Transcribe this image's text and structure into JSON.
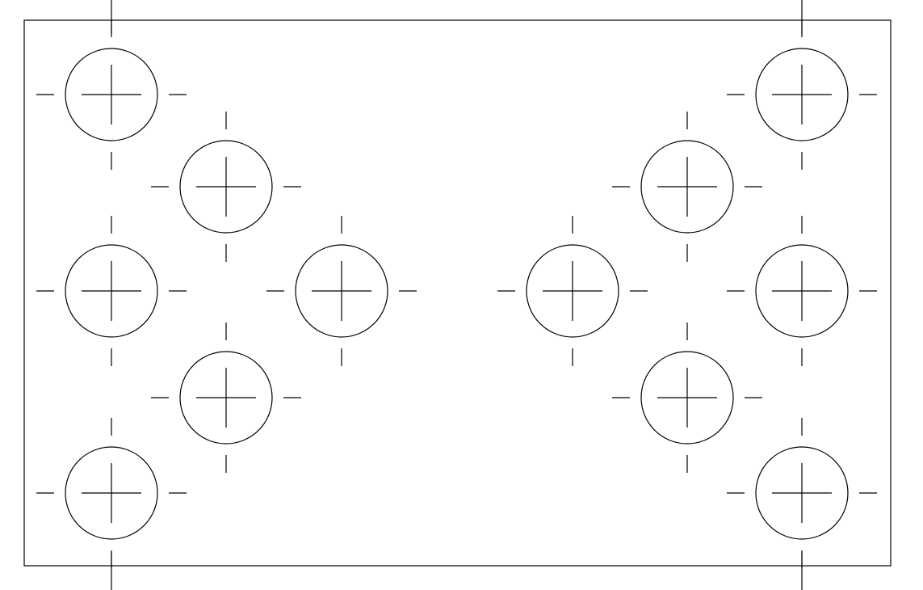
{
  "drawing": {
    "type": "hole-pattern-plate",
    "hole_count": 12,
    "holes": [
      {
        "id": "left-top",
        "group": "left"
      },
      {
        "id": "left-upper-inner",
        "group": "left"
      },
      {
        "id": "left-middle",
        "group": "left"
      },
      {
        "id": "left-center-inner",
        "group": "left"
      },
      {
        "id": "left-lower-inner",
        "group": "left"
      },
      {
        "id": "left-bottom",
        "group": "left"
      },
      {
        "id": "right-top",
        "group": "right"
      },
      {
        "id": "right-upper-inner",
        "group": "right"
      },
      {
        "id": "right-center-inner",
        "group": "right"
      },
      {
        "id": "right-middle",
        "group": "right"
      },
      {
        "id": "right-lower-inner",
        "group": "right"
      },
      {
        "id": "right-bottom",
        "group": "right"
      }
    ],
    "colors": {
      "stroke": "#000000",
      "background": "#ffffff"
    }
  }
}
